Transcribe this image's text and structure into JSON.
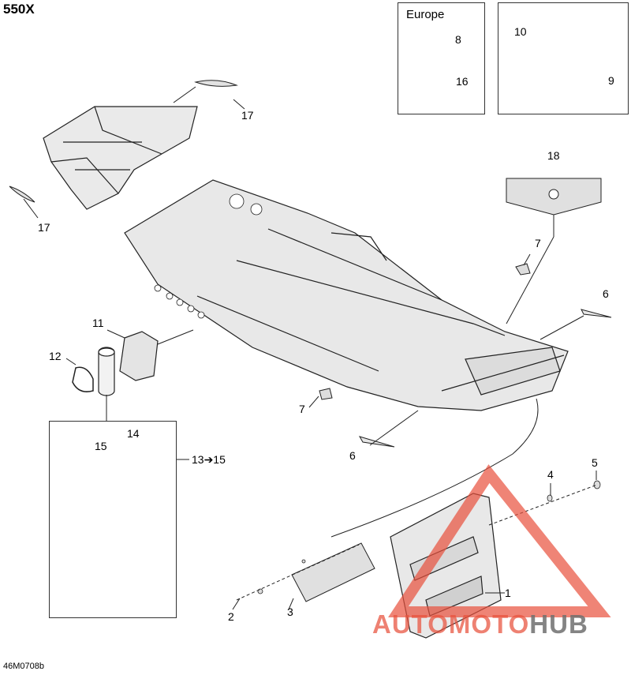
{
  "model": "550X",
  "drawing_ref": "46M0708b",
  "europe_label": "Europe",
  "group_label": "13➔15",
  "callouts": {
    "c1": "1",
    "c2": "2",
    "c3": "3",
    "c4": "4",
    "c5": "5",
    "c6a": "6",
    "c6b": "6",
    "c7a": "7",
    "c7b": "7",
    "c8": "8",
    "c9": "9",
    "c10": "10",
    "c11": "11",
    "c12": "12",
    "c14": "14",
    "c15": "15",
    "c16": "16",
    "c17a": "17",
    "c17b": "17",
    "c18": "18"
  },
  "watermark": {
    "part1": "AUTO",
    "part2": "MOTO",
    "part3": "HUB"
  },
  "colors": {
    "line": "#222222",
    "fill": "#e6e6e6",
    "watermark": "#e8503c"
  }
}
